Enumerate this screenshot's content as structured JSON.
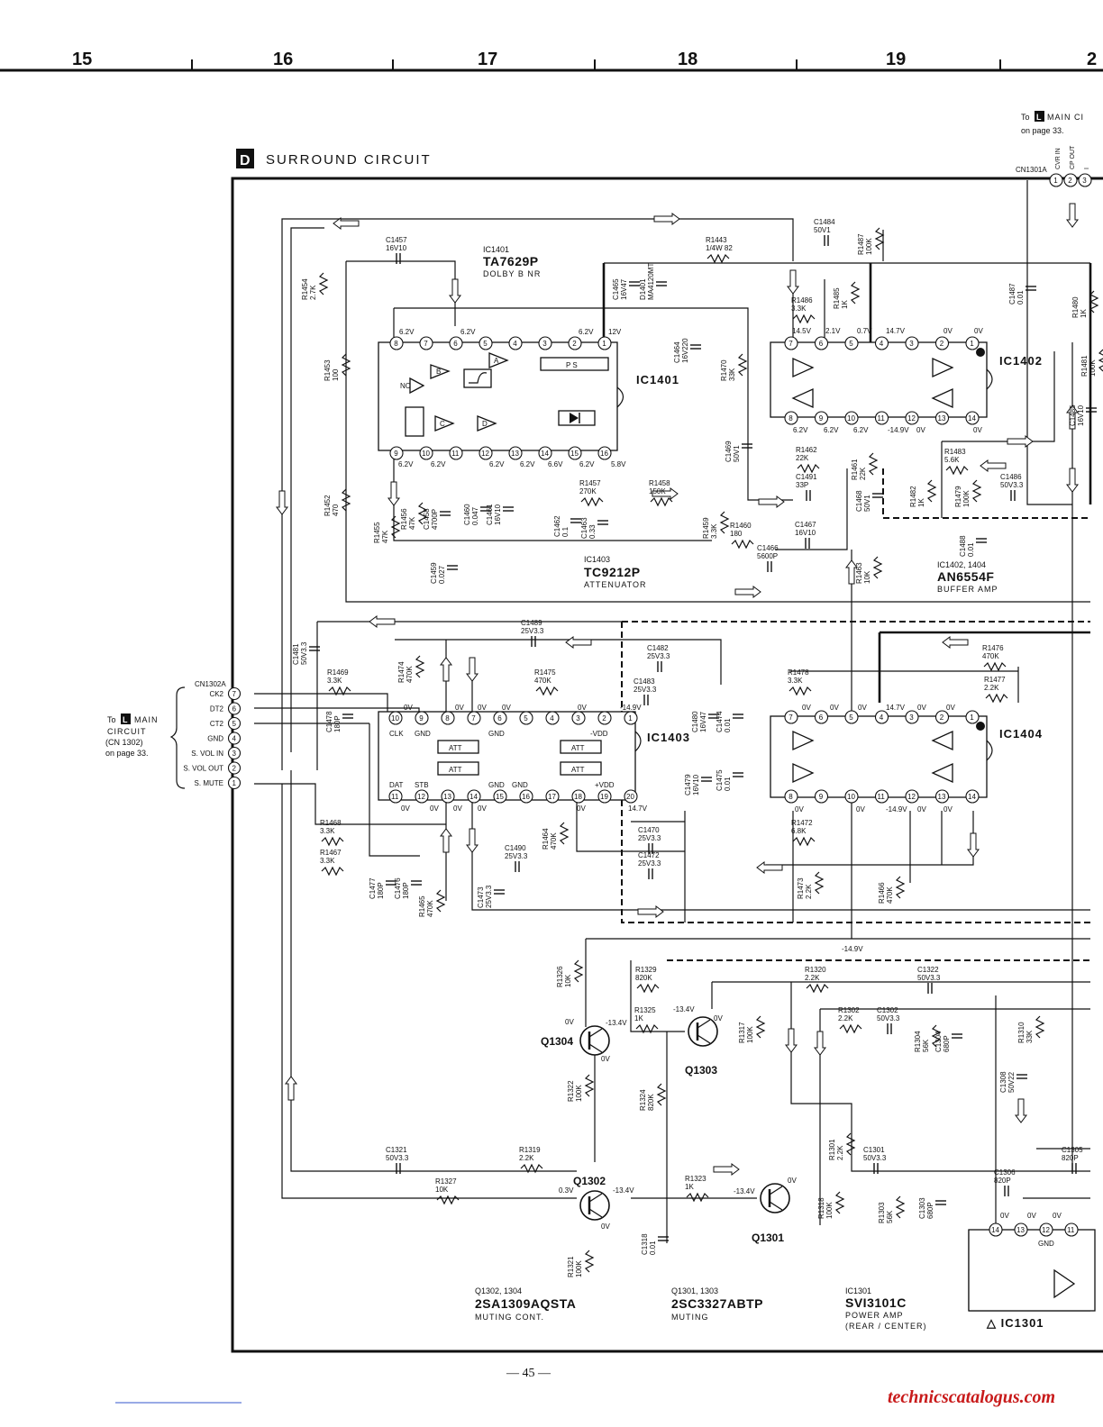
{
  "grid_columns": [
    "15",
    "16",
    "17",
    "18",
    "19",
    "2"
  ],
  "circuit": {
    "letter": "D",
    "title": "SURROUND CIRCUIT"
  },
  "to_main_top": {
    "prefix": "To",
    "letter": "L",
    "text": "MAIN CI",
    "page": "on page 33.",
    "connector": "CN1301A",
    "pins": [
      "1",
      "2",
      "3"
    ],
    "pin_labels": [
      "CVR IN",
      "CP OUT",
      "I"
    ]
  },
  "to_main_left": {
    "prefix": "To",
    "letter": "L",
    "line1": "MAIN",
    "line2": "CIRCUIT",
    "line3": "(CN 1302)",
    "line4": "on page 33."
  },
  "cn1302a": {
    "name": "CN1302A",
    "pins": [
      {
        "num": "7",
        "label": "CK2"
      },
      {
        "num": "6",
        "label": "DT2"
      },
      {
        "num": "5",
        "label": "CT2"
      },
      {
        "num": "4",
        "label": "GND"
      },
      {
        "num": "3",
        "label": "S. VOL IN"
      },
      {
        "num": "2",
        "label": "S. VOL OUT"
      },
      {
        "num": "1",
        "label": "S. MUTE"
      }
    ]
  },
  "ic1401": {
    "ref": "IC1401",
    "part": "TA7629P",
    "desc": "DOLBY B NR",
    "body_label": "IC1401",
    "top_pins": [
      "8",
      "7",
      "6",
      "5",
      "4",
      "3",
      "2",
      "1"
    ],
    "bottom_pins": [
      "9",
      "10",
      "11",
      "12",
      "13",
      "14",
      "15",
      "16"
    ],
    "top_volts": [
      "6.2V",
      "6.2V",
      "6.2V",
      "12V"
    ],
    "bottom_volts": [
      "6.2V",
      "6.2V",
      "6.2V",
      "6.2V",
      "6.6V",
      "6.2V",
      "5.8V"
    ],
    "inner": [
      "A",
      "B",
      "C",
      "D",
      "NC",
      "P S"
    ]
  },
  "ic1402": {
    "ref": "IC1402",
    "top_pins": [
      "7",
      "6",
      "5",
      "4",
      "3",
      "2",
      "1"
    ],
    "bottom_pins": [
      "8",
      "9",
      "10",
      "11",
      "12",
      "13",
      "14"
    ],
    "top_volts": [
      "14.5V",
      "2.1V",
      "0.7V",
      "14.7V",
      "0V",
      "0V"
    ],
    "bottom_volts": [
      "6.2V",
      "6.2V",
      "6.2V",
      "-14.9V",
      "0V",
      "0V"
    ]
  },
  "ic1403": {
    "ref": "IC1403",
    "part": "TC9212P",
    "desc": "ATTENUATOR",
    "top_pins": [
      "10",
      "9",
      "8",
      "7",
      "6",
      "5",
      "4",
      "3",
      "2",
      "1"
    ],
    "bottom_pins": [
      "11",
      "12",
      "13",
      "14",
      "15",
      "16",
      "17",
      "18",
      "19",
      "20"
    ],
    "top_labels": [
      "CLK",
      "GND",
      "GND"
    ],
    "bottom_labels": [
      "DAT",
      "STB",
      "GND",
      "GND"
    ],
    "att": "ATT",
    "vdd_neg": "-VDD",
    "vdd_pos": "+VDD",
    "top_volts": [
      "0V",
      "0V",
      "0V",
      "0V",
      "0V",
      "-14.9V"
    ],
    "bottom_volts": [
      "0V",
      "0V",
      "0V",
      "0V",
      "0V",
      "14.7V"
    ]
  },
  "ic1404": {
    "ref": "IC1404",
    "top_pins": [
      "7",
      "6",
      "5",
      "4",
      "3",
      "2",
      "1"
    ],
    "bottom_pins": [
      "8",
      "9",
      "10",
      "11",
      "12",
      "13",
      "14"
    ],
    "top_volts": [
      "0V",
      "0V",
      "0V",
      "14.7V",
      "0V",
      "0V"
    ],
    "bottom_volts": [
      "0V",
      "0V",
      "-14.9V",
      "0V",
      "0V"
    ]
  },
  "buffer_note": {
    "ref": "IC1402, 1404",
    "part": "AN6554F",
    "desc": "BUFFER AMP"
  },
  "ic1301": {
    "ref": "IC1301",
    "part": "SVI3101C",
    "desc1": "POWER AMP",
    "desc2": "(REAR / CENTER)",
    "body_label": "△ IC1301",
    "pins": [
      "14",
      "13",
      "12",
      "11"
    ],
    "volts": [
      "0V",
      "0V",
      "0V"
    ],
    "gnd": "GND"
  },
  "transistors": [
    {
      "ref": "Q1304",
      "e": "0V",
      "b": "-13.4V",
      "c": "0V"
    },
    {
      "ref": "Q1303",
      "e": "-13.4V",
      "c": "0V"
    },
    {
      "ref": "Q1302",
      "e": "0.3V",
      "b": "-13.4V",
      "c": "0V"
    },
    {
      "ref": "Q1301",
      "e": "-13.4V",
      "c": "0V"
    }
  ],
  "transistor_notes": [
    {
      "ref": "Q1302, 1304",
      "part": "2SA1309AQSTA",
      "desc": "MUTING CONT."
    },
    {
      "ref": "Q1301, 1303",
      "part": "2SC3327ABTP",
      "desc": "MUTING"
    }
  ],
  "components": [
    {
      "ref": "C1457",
      "val": "16V10"
    },
    {
      "ref": "R1454",
      "val": "2.7K"
    },
    {
      "ref": "R1453",
      "val": "100"
    },
    {
      "ref": "R1452",
      "val": "470"
    },
    {
      "ref": "R1455",
      "val": "47K"
    },
    {
      "ref": "R1456",
      "val": "47K"
    },
    {
      "ref": "C1458",
      "val": "4700P"
    },
    {
      "ref": "C1459",
      "val": "0.027"
    },
    {
      "ref": "C1460",
      "val": "0.047"
    },
    {
      "ref": "C1461",
      "val": "16V10"
    },
    {
      "ref": "C1462",
      "val": "0.1"
    },
    {
      "ref": "C1463",
      "val": "0.33"
    },
    {
      "ref": "R1457",
      "val": "270K"
    },
    {
      "ref": "R1458",
      "val": "150K"
    },
    {
      "ref": "R1443",
      "val": "1/4W 82"
    },
    {
      "ref": "C1465",
      "val": "16V47"
    },
    {
      "ref": "D1401",
      "val": "MA4120MT"
    },
    {
      "ref": "C1464",
      "val": "16V220"
    },
    {
      "ref": "R1470",
      "val": "33K"
    },
    {
      "ref": "C1469",
      "val": "50V1"
    },
    {
      "ref": "R1459",
      "val": "3.3K"
    },
    {
      "ref": "R1460",
      "val": "180"
    },
    {
      "ref": "C1466",
      "val": "5600P"
    },
    {
      "ref": "C1467",
      "val": "16V10"
    },
    {
      "ref": "C1484",
      "val": "50V1"
    },
    {
      "ref": "R1487",
      "val": "100K"
    },
    {
      "ref": "R1486",
      "val": "3.3K"
    },
    {
      "ref": "R1485",
      "val": "1K"
    },
    {
      "ref": "C1487",
      "val": "0.01"
    },
    {
      "ref": "R1462",
      "val": "22K"
    },
    {
      "ref": "C1491",
      "val": "33P"
    },
    {
      "ref": "R1461",
      "val": "22K"
    },
    {
      "ref": "C1468",
      "val": "50V1"
    },
    {
      "ref": "R1463",
      "val": "10K"
    },
    {
      "ref": "C1488",
      "val": "0.01"
    },
    {
      "ref": "R1482",
      "val": "1K"
    },
    {
      "ref": "R1479",
      "val": "100K"
    },
    {
      "ref": "R1483",
      "val": "5.6K"
    },
    {
      "ref": "C1486",
      "val": "50V3.3"
    },
    {
      "ref": "R1480",
      "val": "1K"
    },
    {
      "ref": "R1481",
      "val": "100K"
    },
    {
      "ref": "C1485",
      "val": "16V10"
    },
    {
      "ref": "C1489",
      "val": "25V3.3"
    },
    {
      "ref": "C1481",
      "val": "50V3.3"
    },
    {
      "ref": "R1469",
      "val": "3.3K"
    },
    {
      "ref": "C1478",
      "val": "180P"
    },
    {
      "ref": "R1474",
      "val": "470K"
    },
    {
      "ref": "R1475",
      "val": "470K"
    },
    {
      "ref": "C1482",
      "val": "25V3.3"
    },
    {
      "ref": "C1483",
      "val": "25V3.3"
    },
    {
      "ref": "C1480",
      "val": "16V47"
    },
    {
      "ref": "C1474",
      "val": "0.01"
    },
    {
      "ref": "C1479",
      "val": "16V10"
    },
    {
      "ref": "C1475",
      "val": "0.01"
    },
    {
      "ref": "R1478",
      "val": "3.3K"
    },
    {
      "ref": "R1476",
      "val": "470K"
    },
    {
      "ref": "R1477",
      "val": "2.2K"
    },
    {
      "ref": "R1468",
      "val": "3.3K"
    },
    {
      "ref": "R1467",
      "val": "3.3K"
    },
    {
      "ref": "C1477",
      "val": "180P"
    },
    {
      "ref": "C1476",
      "val": "180P"
    },
    {
      "ref": "R1465",
      "val": "470K"
    },
    {
      "ref": "C1473",
      "val": "25V3.3"
    },
    {
      "ref": "C1490",
      "val": "25V3.3"
    },
    {
      "ref": "R1464",
      "val": "470K"
    },
    {
      "ref": "C1470",
      "val": "25V3.3"
    },
    {
      "ref": "C1472",
      "val": "25V3.3"
    },
    {
      "ref": "R1472",
      "val": "6.8K"
    },
    {
      "ref": "R1473",
      "val": "2.2K"
    },
    {
      "ref": "R1466",
      "val": "470K"
    },
    {
      "ref": "R1326",
      "val": "10K"
    },
    {
      "ref": "R1329",
      "val": "820K"
    },
    {
      "ref": "R1325",
      "val": "1K"
    },
    {
      "ref": "R1317",
      "val": "100K"
    },
    {
      "ref": "R1320",
      "val": "2.2K"
    },
    {
      "ref": "C1322",
      "val": "50V3.3"
    },
    {
      "ref": "R1302",
      "val": "2.2K"
    },
    {
      "ref": "C1302",
      "val": "50V3.3"
    },
    {
      "ref": "R1304",
      "val": "56K"
    },
    {
      "ref": "C1304",
      "val": "680P"
    },
    {
      "ref": "R1310",
      "val": "33K"
    },
    {
      "ref": "C1308",
      "val": "50V22"
    },
    {
      "ref": "R1322",
      "val": "100K"
    },
    {
      "ref": "R1324",
      "val": "820K"
    },
    {
      "ref": "C1321",
      "val": "50V3.3"
    },
    {
      "ref": "R1319",
      "val": "2.2K"
    },
    {
      "ref": "R1327",
      "val": "10K"
    },
    {
      "ref": "R1323",
      "val": "1K"
    },
    {
      "ref": "R1301",
      "val": "2.2K"
    },
    {
      "ref": "C1301",
      "val": "50V3.3"
    },
    {
      "ref": "R1318",
      "val": "100K"
    },
    {
      "ref": "R1303",
      "val": "56K"
    },
    {
      "ref": "C1303",
      "val": "680P"
    },
    {
      "ref": "C1306",
      "val": "820P"
    },
    {
      "ref": "C1305",
      "val": "820P"
    },
    {
      "ref": "C1318",
      "val": "0.01"
    },
    {
      "ref": "R1321",
      "val": "100K"
    }
  ],
  "rail_label": "-14.9V",
  "page_number": "— 45 —",
  "watermark": "technicscatalogus.com"
}
